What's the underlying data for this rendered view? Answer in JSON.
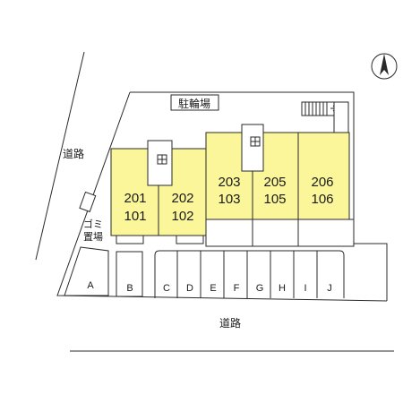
{
  "north_label": "N",
  "bicycle_parking": "駐輪場",
  "road_top_left": "道路",
  "road_bottom": "道路",
  "garbage_area": [
    "ゴミ",
    "置場"
  ],
  "units": [
    {
      "upper": "201",
      "lower": "101"
    },
    {
      "upper": "202",
      "lower": "102"
    },
    {
      "upper": "203",
      "lower": "103"
    },
    {
      "upper": "205",
      "lower": "105"
    },
    {
      "upper": "206",
      "lower": "106"
    }
  ],
  "parking": [
    "A",
    "B",
    "C",
    "D",
    "E",
    "F",
    "G",
    "H",
    "I",
    "J"
  ],
  "colors": {
    "building": "#fbf69a",
    "line": "#2a2a2a"
  }
}
